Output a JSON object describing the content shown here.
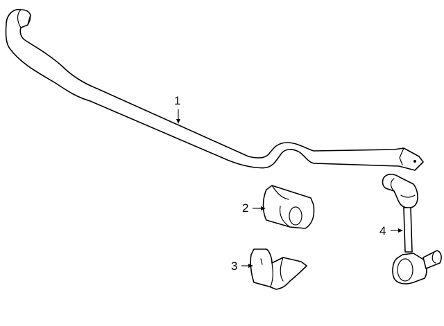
{
  "callouts": [
    {
      "number": "1",
      "part": "stabilizer-bar"
    },
    {
      "number": "2",
      "part": "bushing"
    },
    {
      "number": "3",
      "part": "bracket"
    },
    {
      "number": "4",
      "part": "stabilizer-link"
    }
  ]
}
